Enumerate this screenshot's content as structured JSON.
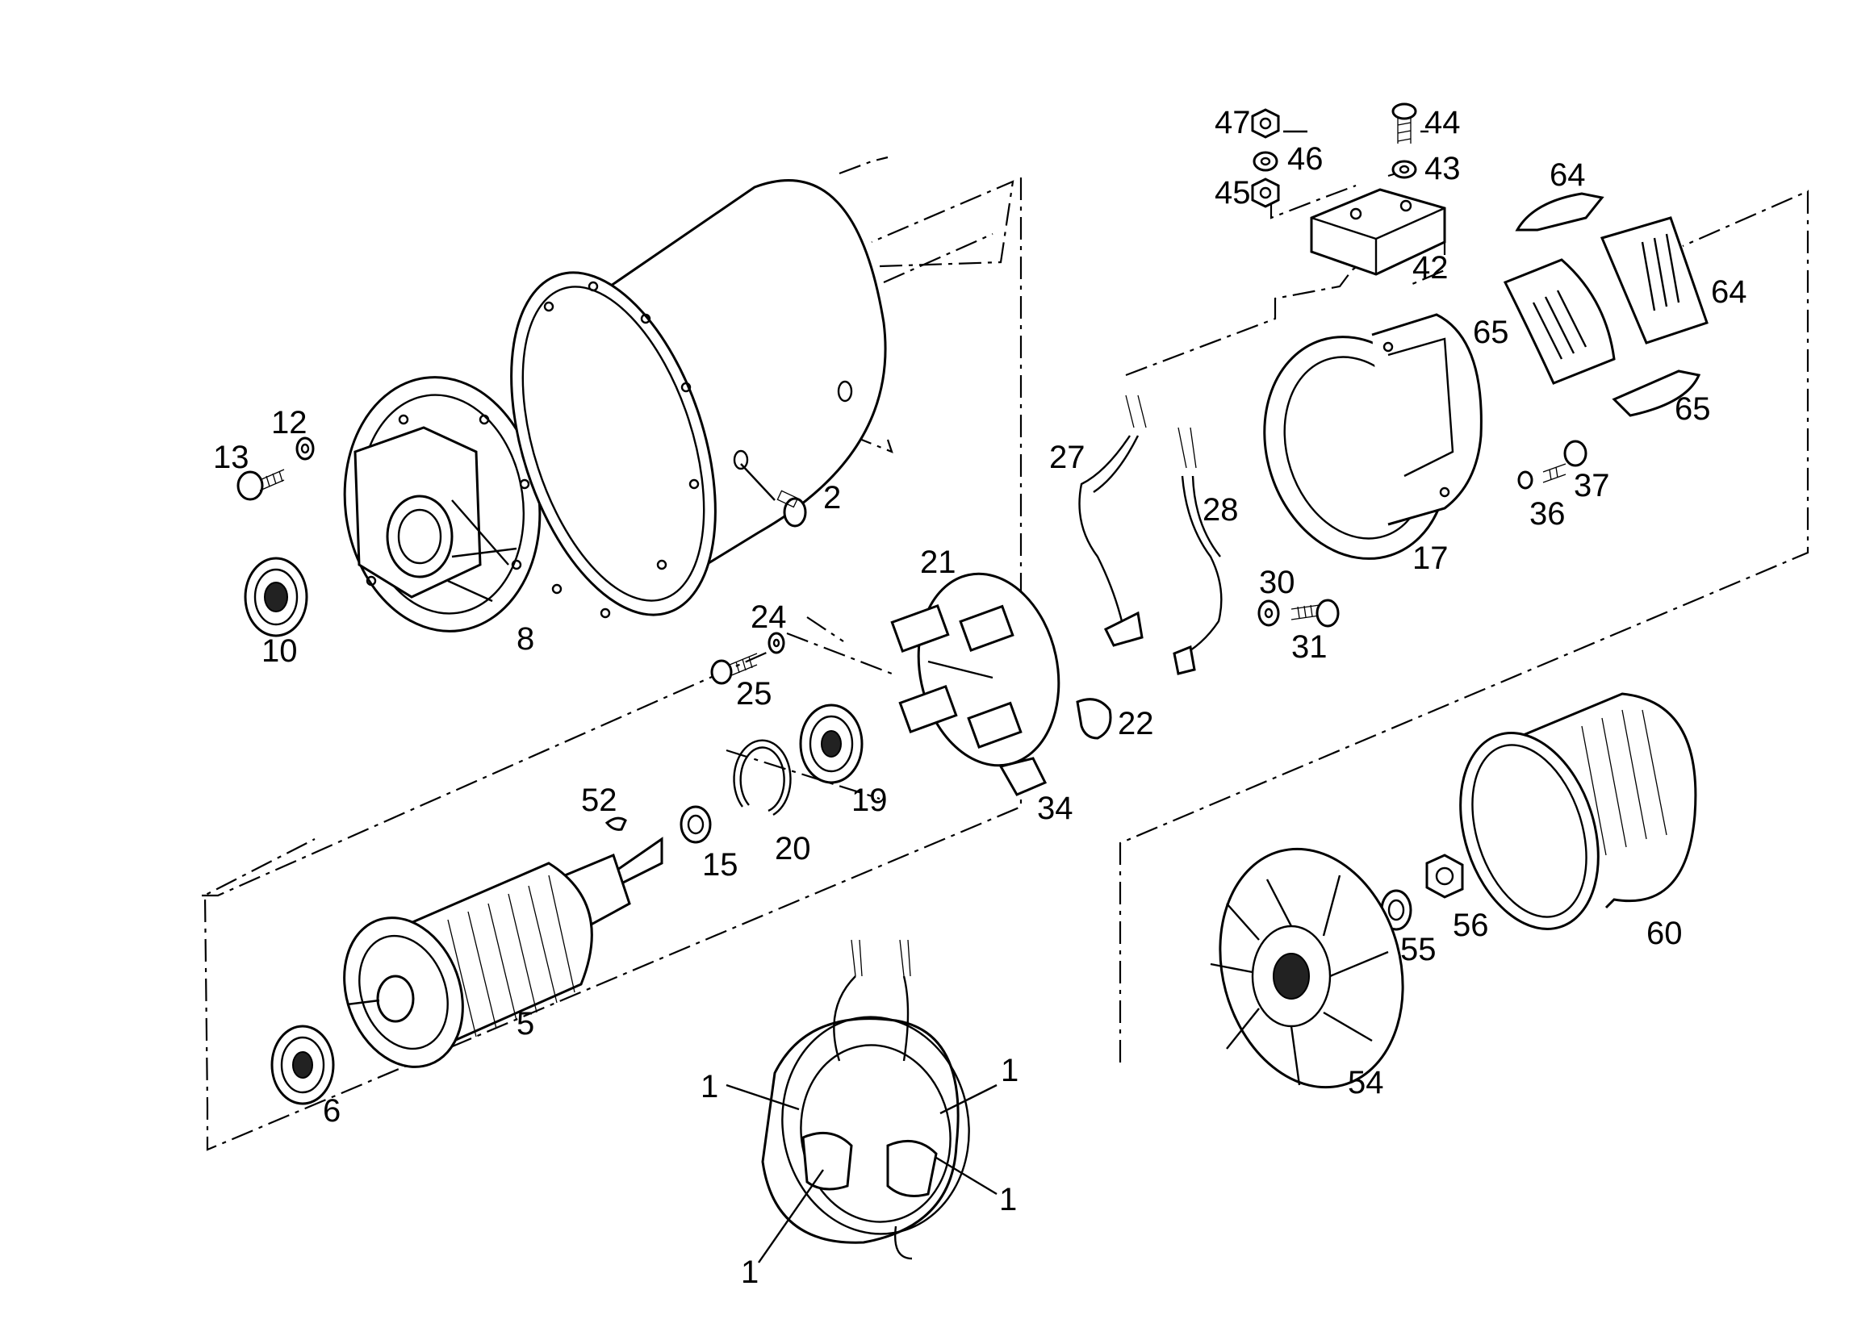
{
  "parts": [
    {
      "key": "p13",
      "label": "13",
      "name": "screw"
    },
    {
      "key": "p12",
      "label": "12",
      "name": "washer"
    },
    {
      "key": "p10",
      "label": "10",
      "name": "ball bearing"
    },
    {
      "key": "p8",
      "label": "8",
      "name": "end shield"
    },
    {
      "key": "p2",
      "label": "2",
      "name": "screw"
    },
    {
      "key": "p24",
      "label": "24",
      "name": "washer"
    },
    {
      "key": "p25",
      "label": "25",
      "name": "screw"
    },
    {
      "key": "p21",
      "label": "21",
      "name": "brush holder"
    },
    {
      "key": "p19",
      "label": "19",
      "name": "ball bearing"
    },
    {
      "key": "p20",
      "label": "20",
      "name": "retaining ring"
    },
    {
      "key": "p52",
      "label": "52",
      "name": "key"
    },
    {
      "key": "p15",
      "label": "15",
      "name": "spacer ring"
    },
    {
      "key": "p5",
      "label": "5",
      "name": "armature"
    },
    {
      "key": "p6",
      "label": "6",
      "name": "ball bearing"
    },
    {
      "key": "p1a",
      "label": "1",
      "name": "field coil"
    },
    {
      "key": "p1b",
      "label": "1",
      "name": "field coil"
    },
    {
      "key": "p1c",
      "label": "1",
      "name": "field coil"
    },
    {
      "key": "p1d",
      "label": "1",
      "name": "field coil"
    },
    {
      "key": "p22",
      "label": "22",
      "name": "clamp"
    },
    {
      "key": "p34",
      "label": "34",
      "name": "carbon brush"
    },
    {
      "key": "p27",
      "label": "27",
      "name": "cable"
    },
    {
      "key": "p28",
      "label": "28",
      "name": "cable"
    },
    {
      "key": "p30",
      "label": "30",
      "name": "washer"
    },
    {
      "key": "p31",
      "label": "31",
      "name": "screw"
    },
    {
      "key": "p17",
      "label": "17",
      "name": "end housing"
    },
    {
      "key": "p47",
      "label": "47",
      "name": "nut"
    },
    {
      "key": "p46",
      "label": "46",
      "name": "washer"
    },
    {
      "key": "p45",
      "label": "45",
      "name": "nut"
    },
    {
      "key": "p44",
      "label": "44",
      "name": "screw"
    },
    {
      "key": "p43",
      "label": "43",
      "name": "washer"
    },
    {
      "key": "p42",
      "label": "42",
      "name": "terminal block"
    },
    {
      "key": "p64a",
      "label": "64",
      "name": "cover"
    },
    {
      "key": "p64b",
      "label": "64",
      "name": "cover"
    },
    {
      "key": "p65a",
      "label": "65",
      "name": "cover"
    },
    {
      "key": "p65b",
      "label": "65",
      "name": "cover"
    },
    {
      "key": "p36",
      "label": "36",
      "name": "washer"
    },
    {
      "key": "p37",
      "label": "37",
      "name": "screw"
    },
    {
      "key": "p54",
      "label": "54",
      "name": "fan"
    },
    {
      "key": "p55",
      "label": "55",
      "name": "spring washer"
    },
    {
      "key": "p56",
      "label": "56",
      "name": "nut"
    },
    {
      "key": "p60",
      "label": "60",
      "name": "fan cover"
    }
  ],
  "colors": {
    "line": "#000000",
    "background": "#ffffff"
  }
}
